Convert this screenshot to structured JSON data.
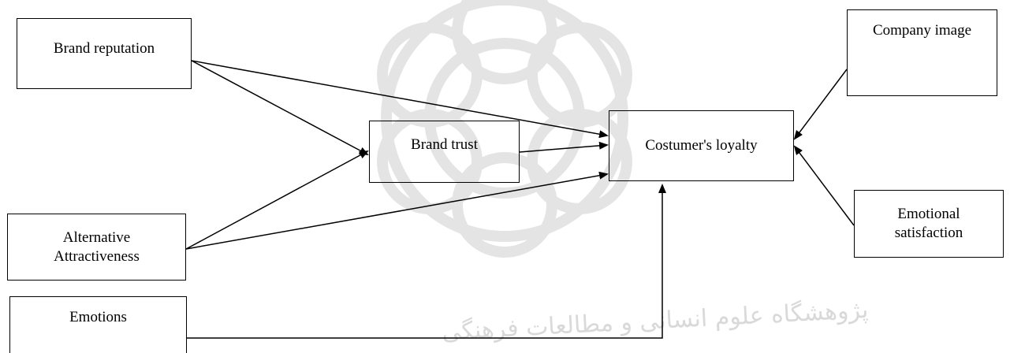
{
  "nodes": {
    "brand_reputation": "Brand reputation",
    "brand_trust": "Brand trust",
    "alternative_attractiveness_line1": "Alternative",
    "alternative_attractiveness_line2": "Attractiveness",
    "emotions": "Emotions",
    "costumers_loyalty": "Costumer's loyalty",
    "company_image": "Company image",
    "emotional_satisfaction_line1": "Emotional",
    "emotional_satisfaction_line2": "satisfaction"
  },
  "watermark_text": "پژوهشگاه علوم انسانی و مطالعات فرهنگی",
  "edges": [
    {
      "from": "brand_reputation",
      "to": "brand_trust"
    },
    {
      "from": "brand_reputation",
      "to": "costumers_loyalty"
    },
    {
      "from": "brand_trust",
      "to": "costumers_loyalty"
    },
    {
      "from": "alternative_attractiveness",
      "to": "brand_trust"
    },
    {
      "from": "alternative_attractiveness",
      "to": "costumers_loyalty"
    },
    {
      "from": "emotions",
      "to": "costumers_loyalty"
    },
    {
      "from": "company_image",
      "to": "costumers_loyalty"
    },
    {
      "from": "emotional_satisfaction",
      "to": "costumers_loyalty"
    }
  ],
  "colors": {
    "line": "#000000",
    "watermark": "#d9d9d9"
  }
}
